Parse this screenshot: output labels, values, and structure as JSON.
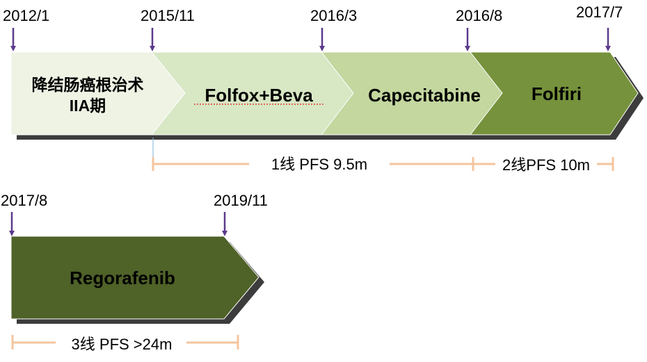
{
  "row1": {
    "dates": [
      "2012/1",
      "2015/11",
      "2016/3",
      "2016/8",
      "2017/7"
    ],
    "stages": [
      {
        "line1": "降结肠癌根治术",
        "line2": "IIA期",
        "color": "#eef3e4"
      },
      {
        "label": "Folfox+Beva",
        "color": "#d8e7c4"
      },
      {
        "label": "Capecitabine",
        "color": "#c3d79f"
      },
      {
        "label": "Folfiri",
        "color": "#76923c"
      }
    ],
    "pfs": [
      {
        "label": "1线 PFS 9.5m"
      },
      {
        "label": "2线PFS 10m"
      }
    ]
  },
  "row2": {
    "dates": [
      "2017/8",
      "2019/11"
    ],
    "stages": [
      {
        "label": "Regorafenib",
        "color": "#4f6228"
      }
    ],
    "pfs": [
      {
        "label": "3线 PFS >24m"
      }
    ]
  },
  "colors": {
    "marker": "#5b3a8c",
    "bracket": "#f4c49e",
    "shadow": "#3c3c3c"
  }
}
